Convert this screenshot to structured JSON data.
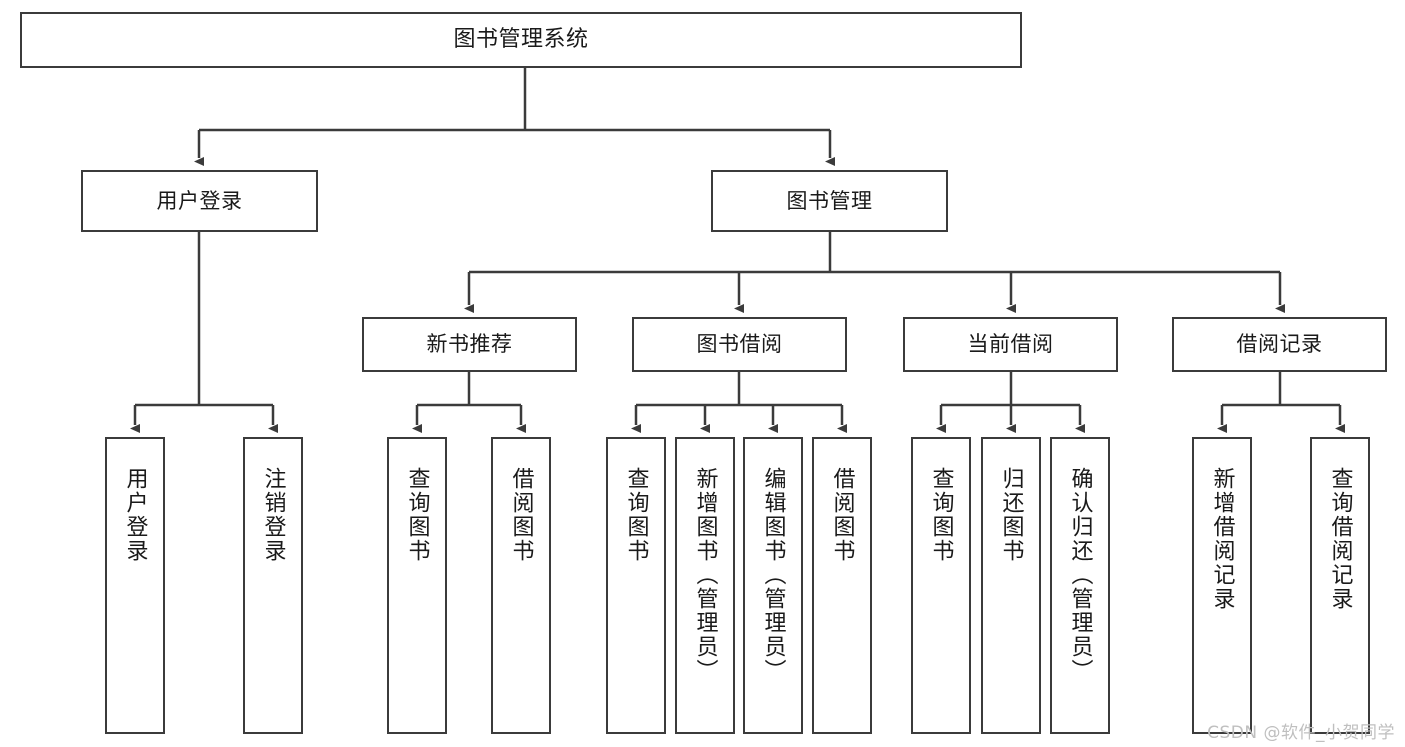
{
  "diagram": {
    "title": "图书管理系统",
    "type": "tree-hierarchy",
    "stroke_color": "#3b3b3b",
    "fill_color": "#ffffff",
    "text_color": "#1a1a1a"
  },
  "root": {
    "label": "图书管理系统"
  },
  "level2": [
    {
      "label": "用户登录"
    },
    {
      "label": "图书管理"
    }
  ],
  "level3": [
    {
      "label": "新书推荐"
    },
    {
      "label": "图书借阅"
    },
    {
      "label": "当前借阅"
    },
    {
      "label": "借阅记录"
    }
  ],
  "leaves": [
    {
      "label": "用户登录"
    },
    {
      "label": "注销登录"
    },
    {
      "label": "查询图书"
    },
    {
      "label": "借阅图书"
    },
    {
      "label": "查询图书"
    },
    {
      "label": "新增图书（管理员）"
    },
    {
      "label": "编辑图书（管理员）"
    },
    {
      "label": "借阅图书"
    },
    {
      "label": "查询图书"
    },
    {
      "label": "归还图书"
    },
    {
      "label": "确认归还（管理员）"
    },
    {
      "label": "新增借阅记录"
    },
    {
      "label": "查询借阅记录"
    }
  ],
  "watermark": {
    "text": "CSDN @软件_小贺同学",
    "color": "#bfbfbf"
  }
}
